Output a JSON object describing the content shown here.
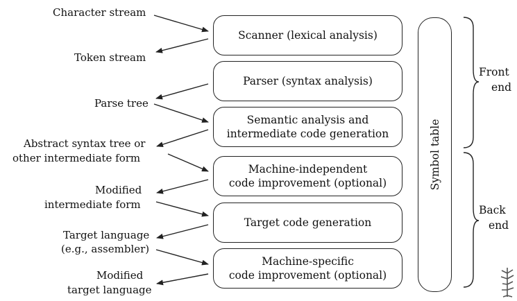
{
  "labels": {
    "char_stream": "Character stream",
    "token_stream": "Token stream",
    "parse_tree": "Parse tree",
    "ast_line1": "Abstract syntax tree or",
    "ast_line2": "other intermediate form",
    "mod_inter_line1": "Modified",
    "mod_inter_line2": "intermediate form",
    "target_line1": "Target language",
    "target_line2": "(e.g., assembler)",
    "mod_target_line1": "Modified",
    "mod_target_line2": "target language"
  },
  "stages": [
    {
      "lines": [
        "Scanner (lexical analysis)"
      ]
    },
    {
      "lines": [
        "Parser (syntax analysis)"
      ]
    },
    {
      "lines": [
        "Semantic analysis and",
        "intermediate code generation"
      ]
    },
    {
      "lines": [
        "Machine-independent",
        "code improvement (optional)"
      ]
    },
    {
      "lines": [
        "Target code generation"
      ]
    },
    {
      "lines": [
        "Machine-specific",
        "code improvement (optional)"
      ]
    }
  ],
  "symbol_table": "Symbol table",
  "front_end": {
    "line1": "Front",
    "line2": "end"
  },
  "back_end": {
    "line1": "Back",
    "line2": "end"
  }
}
